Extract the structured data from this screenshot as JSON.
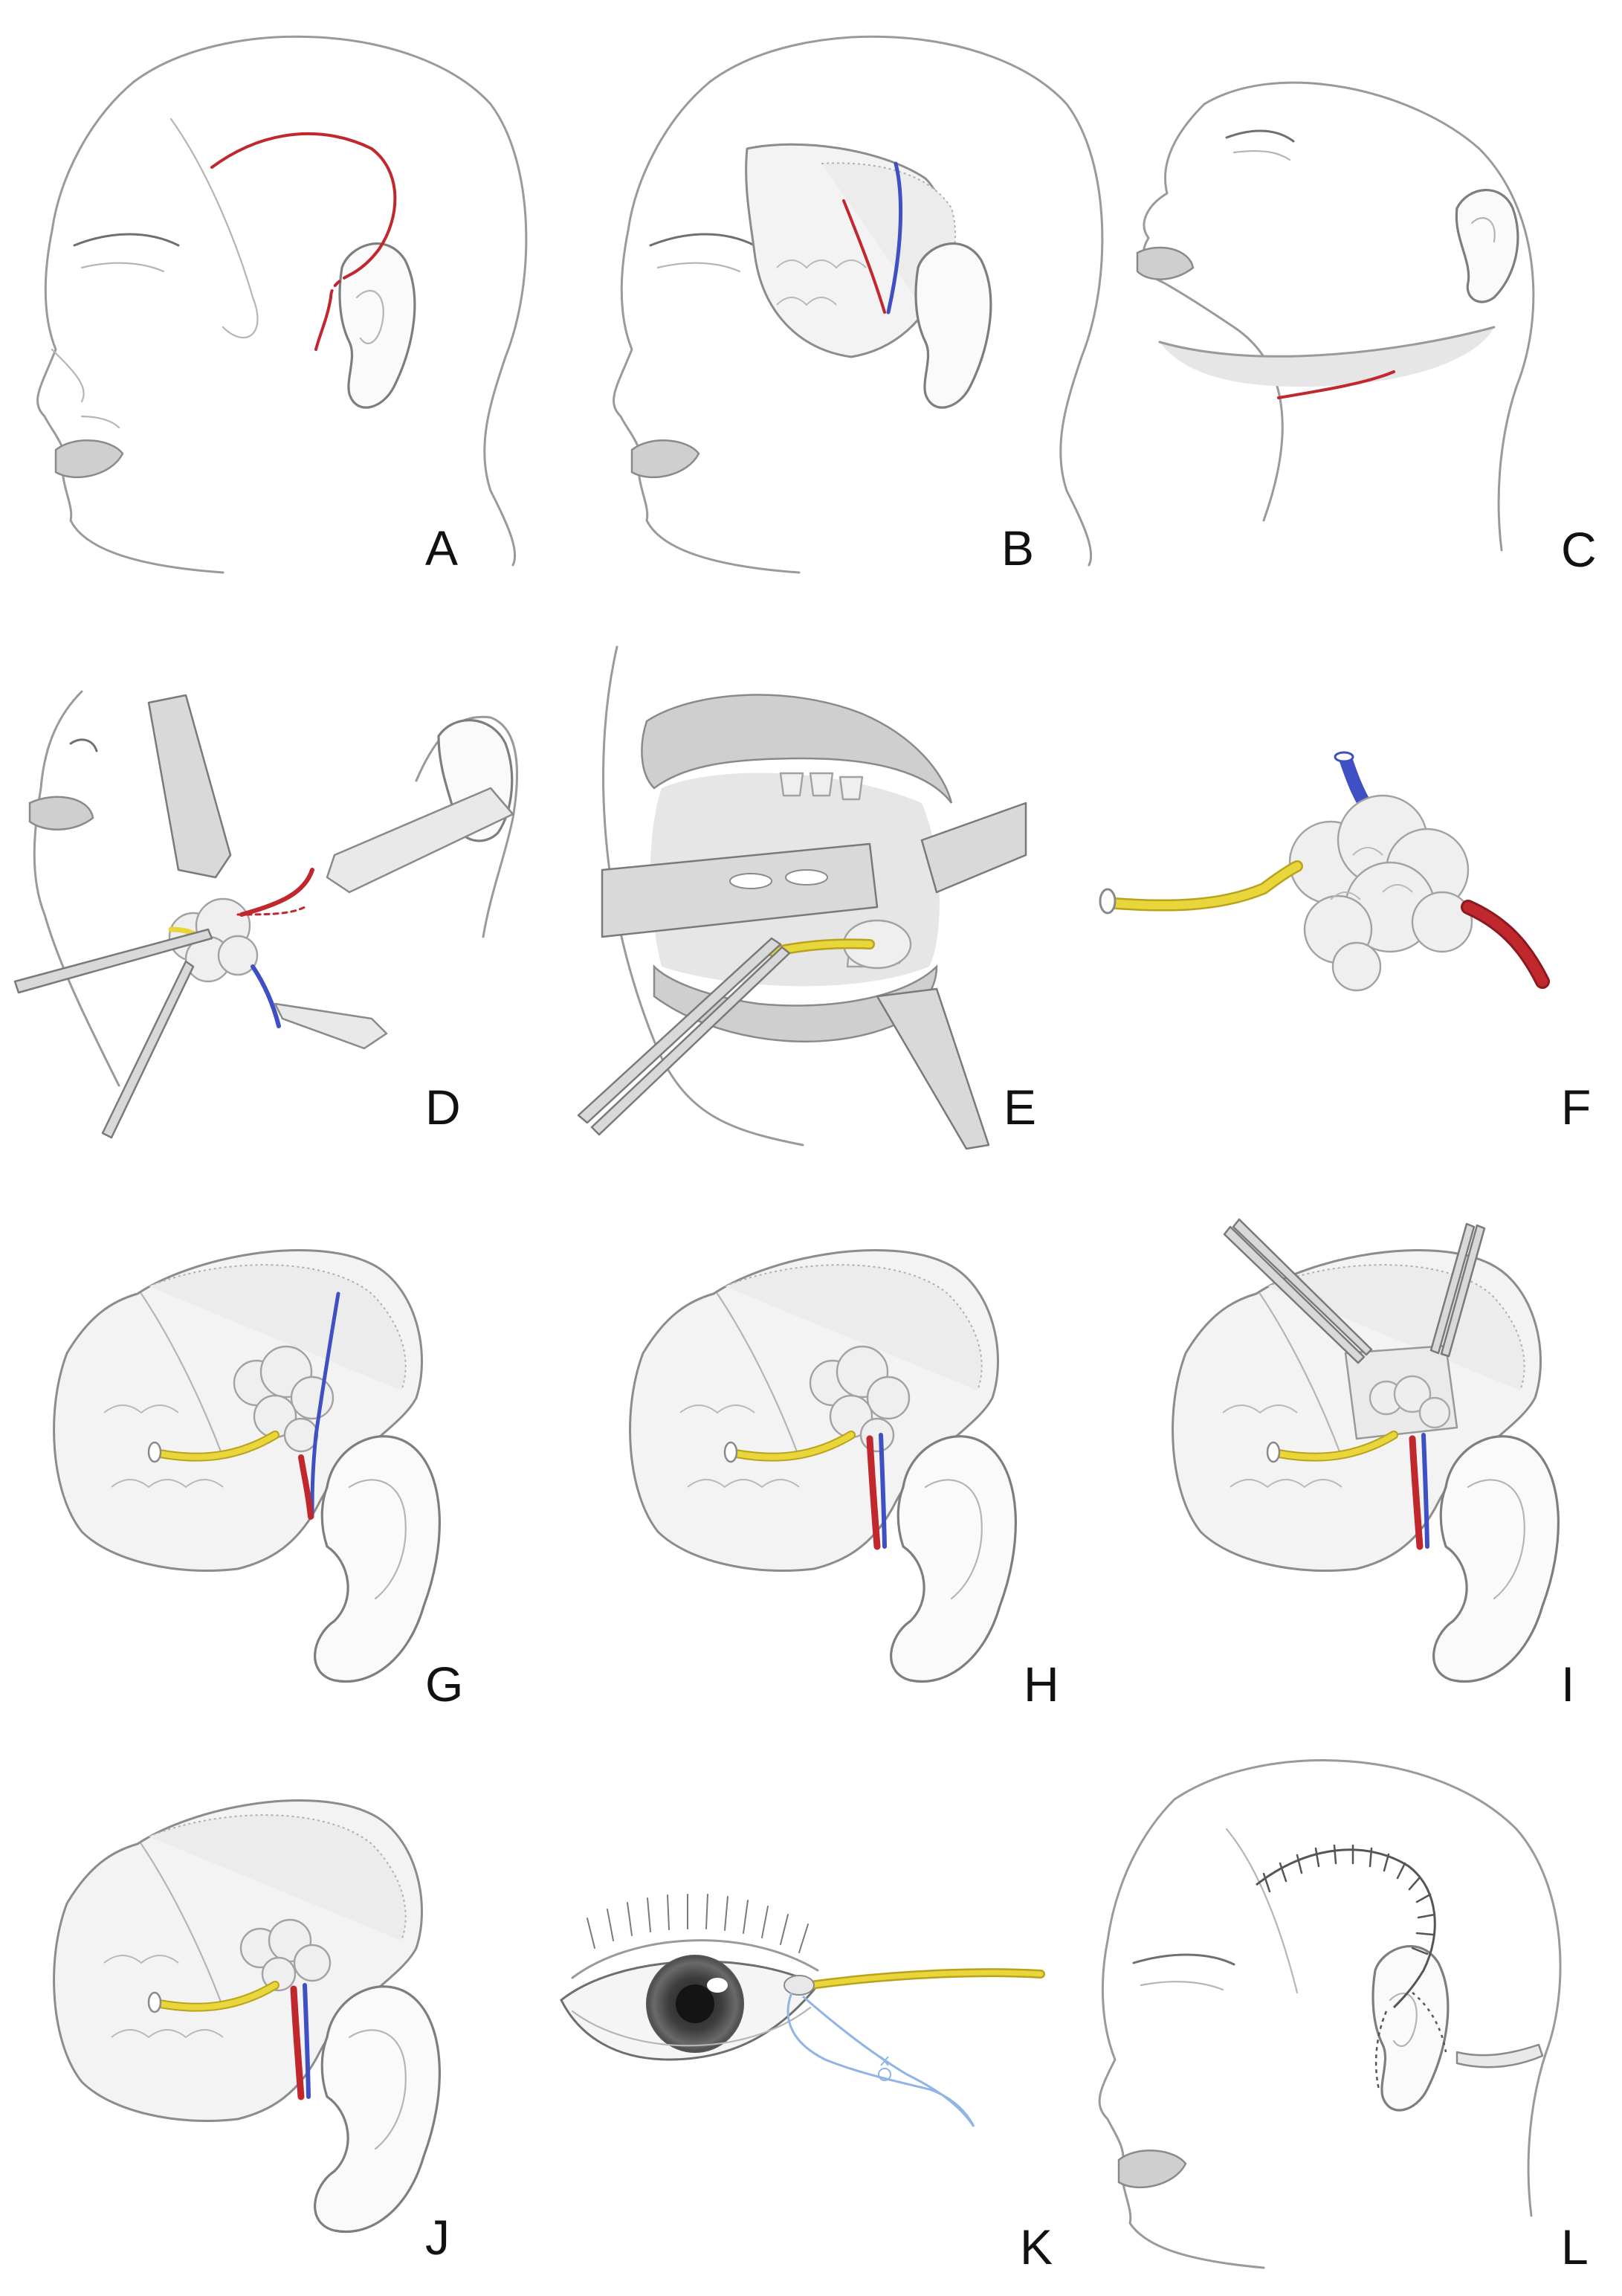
{
  "figure": {
    "panels": [
      {
        "id": "A",
        "label": "A"
      },
      {
        "id": "B",
        "label": "B"
      },
      {
        "id": "C",
        "label": "C"
      },
      {
        "id": "D",
        "label": "D"
      },
      {
        "id": "E",
        "label": "E"
      },
      {
        "id": "F",
        "label": "F"
      },
      {
        "id": "G",
        "label": "G"
      },
      {
        "id": "H",
        "label": "H"
      },
      {
        "id": "I",
        "label": "I"
      },
      {
        "id": "J",
        "label": "J"
      },
      {
        "id": "K",
        "label": "K"
      },
      {
        "id": "L",
        "label": "L"
      }
    ]
  },
  "colors": {
    "artery": "#c0282e",
    "vein": "#3f4fc4",
    "nerve": "#e8d63a",
    "nerve_outline": "#b9a31c",
    "suture": "#8fb4e6",
    "outline": "#8c8c8c",
    "label": "#111111"
  }
}
